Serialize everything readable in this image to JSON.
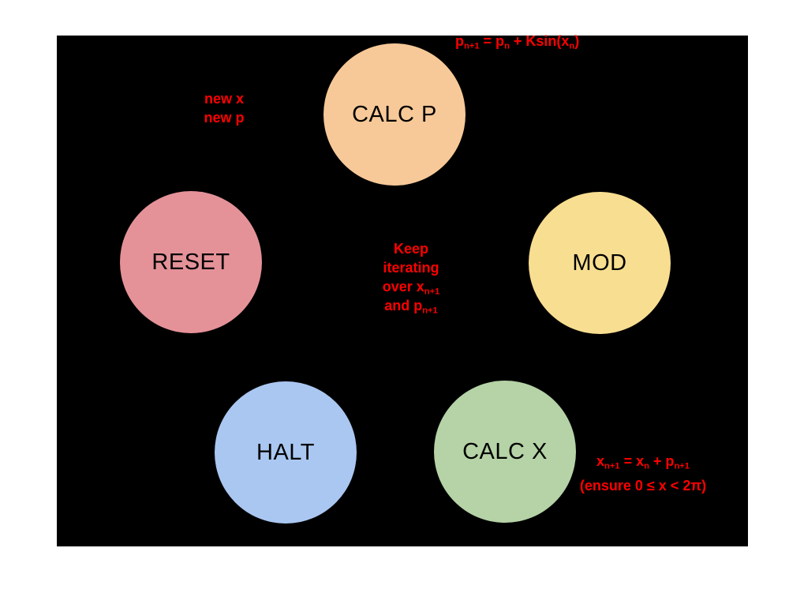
{
  "page": {
    "background_color": "#FFFFFF",
    "canvas_color": "#000000",
    "annotation_color": "#FF0000",
    "node_label_color": "#000000"
  },
  "diagram": {
    "nodes": [
      {
        "id": "calc-p",
        "label": "CALC P",
        "color": "#F7C998"
      },
      {
        "id": "reset",
        "label": "RESET",
        "color": "#E49298"
      },
      {
        "id": "mod",
        "label": "MOD",
        "color": "#F8DE90"
      },
      {
        "id": "halt",
        "label": "HALT",
        "color": "#AAC7F1"
      },
      {
        "id": "calc-x",
        "label": "CALC X",
        "color": "#B5D3A6"
      }
    ],
    "annotations": {
      "p_update": {
        "p1": "p",
        "s1": "n+1",
        "p2": " = p",
        "s2": "n",
        "p3": " + Ksin(x",
        "s3": "n",
        "p4": ")"
      },
      "new_values": {
        "line1": "new x",
        "line2": "new p"
      },
      "keep_iterating": {
        "line1": "Keep",
        "line2": "iterating",
        "line3a": "over x",
        "line3sub": "n+1",
        "line4a": "and p",
        "line4sub": "n+1"
      },
      "x_update": {
        "p1": "x",
        "s1": "n+1",
        "p2": " = x",
        "s2": "n",
        "p3": " + p",
        "s3": "n+1"
      },
      "x_range": "(ensure 0 ≤ x < 2π)"
    }
  }
}
